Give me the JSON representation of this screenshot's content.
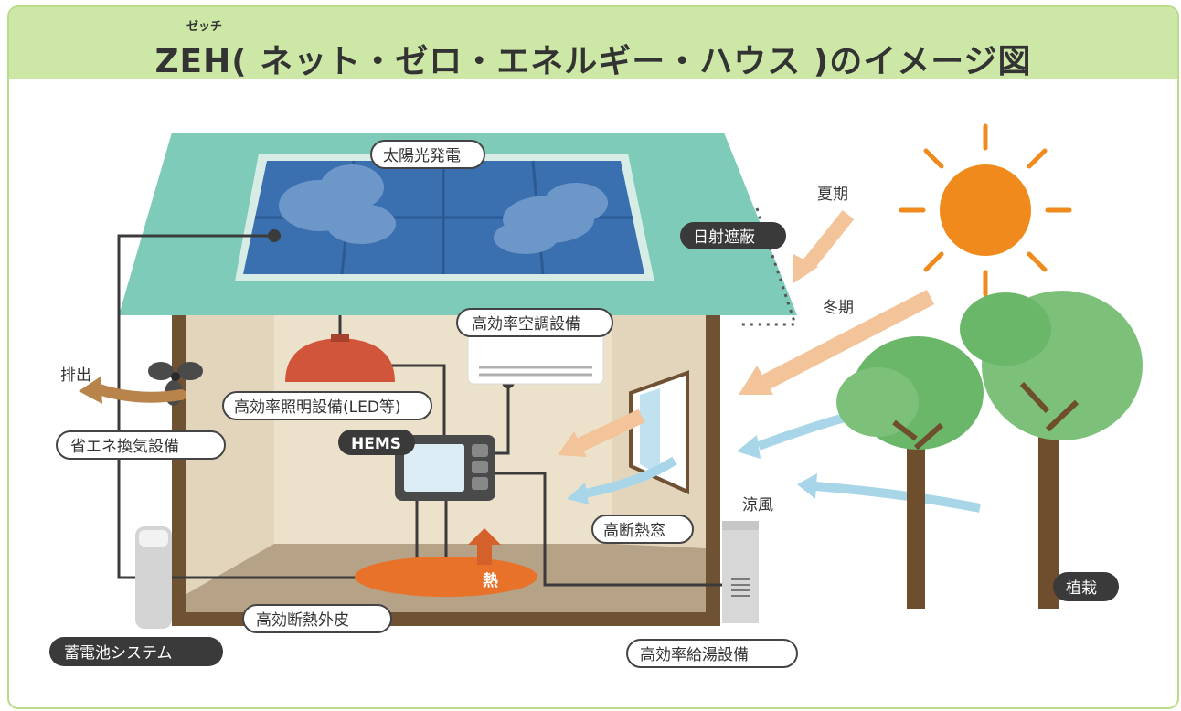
{
  "header": {
    "ruby": "ゼッチ",
    "title": "ZEH( ネット・ゼロ・エネルギー・ハウス )のイメージ図"
  },
  "labels": {
    "solar": "太陽光発電",
    "shading": "日射遮蔽",
    "summer": "夏期",
    "winter": "冬期",
    "aircon": "高効率空調設備",
    "exhaust": "排出",
    "lighting": "高効率照明設備(LED等)",
    "ventilation": "省エネ換気設備",
    "hems": "HEMS",
    "window": "高断熱窓",
    "breeze": "涼風",
    "heat": "熱",
    "shell": "高効断熱外皮",
    "battery": "蓄電池システム",
    "water_heater": "高効率給湯設備",
    "planting": "植栽"
  },
  "colors": {
    "header_bg": "#cde8a6",
    "roof": "#7ecbb9",
    "solar_panel": "#3a6fb0",
    "wall": "#7a5a3a",
    "interior": "#e2d4bb",
    "floor": "#b4a084",
    "sun": "#f08a1c",
    "warm_arrow": "#f3c49a",
    "cool_arrow": "#a8d6e8",
    "tree_light": "#7cc07a",
    "tree_dark": "#5fae5c",
    "trunk": "#6e4e2c",
    "heat": "#e8722a",
    "label_dark": "#3a3a3a"
  }
}
